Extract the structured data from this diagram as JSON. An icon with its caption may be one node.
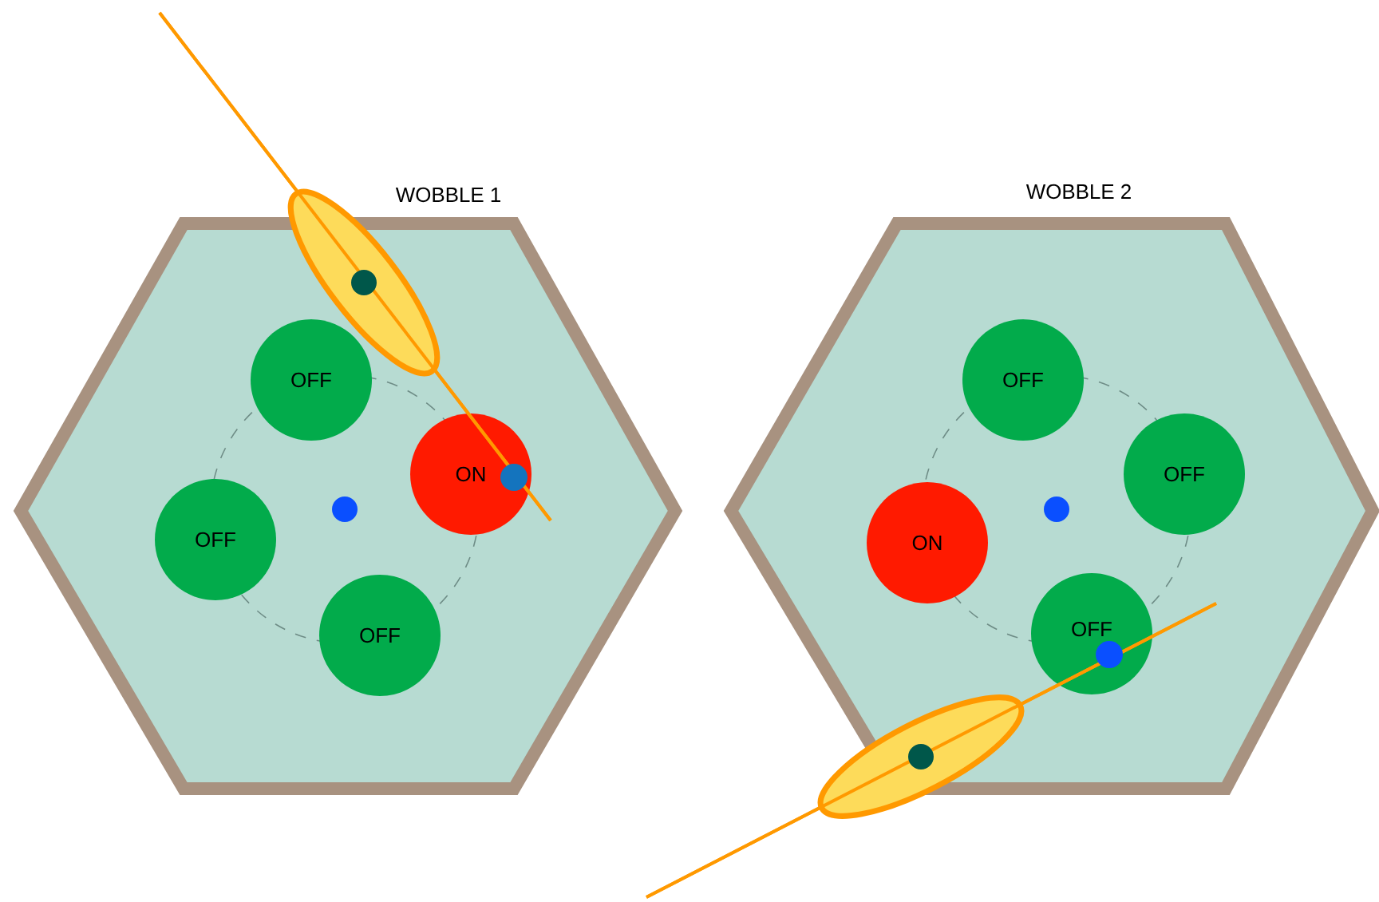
{
  "diagram": {
    "nodes": [
      {
        "text": [
          "WOBBLE 1"
        ]
      },
      {
        "text": [
          "OFF"
        ],
        "in": 0
      },
      {
        "text": [
          "ON"
        ],
        "in": 0
      },
      {
        "text": [
          "OFF"
        ],
        "in": 0
      },
      {
        "text": [
          "OFF"
        ],
        "in": 0
      },
      {
        "text": [
          "WOBBLE 2"
        ]
      },
      {
        "text": [
          "OFF"
        ],
        "in": 5
      },
      {
        "text": [
          "OFF"
        ],
        "in": 5
      },
      {
        "text": [
          "ON"
        ],
        "in": 5
      },
      {
        "text": [
          "OFF"
        ],
        "in": 5
      }
    ]
  }
}
